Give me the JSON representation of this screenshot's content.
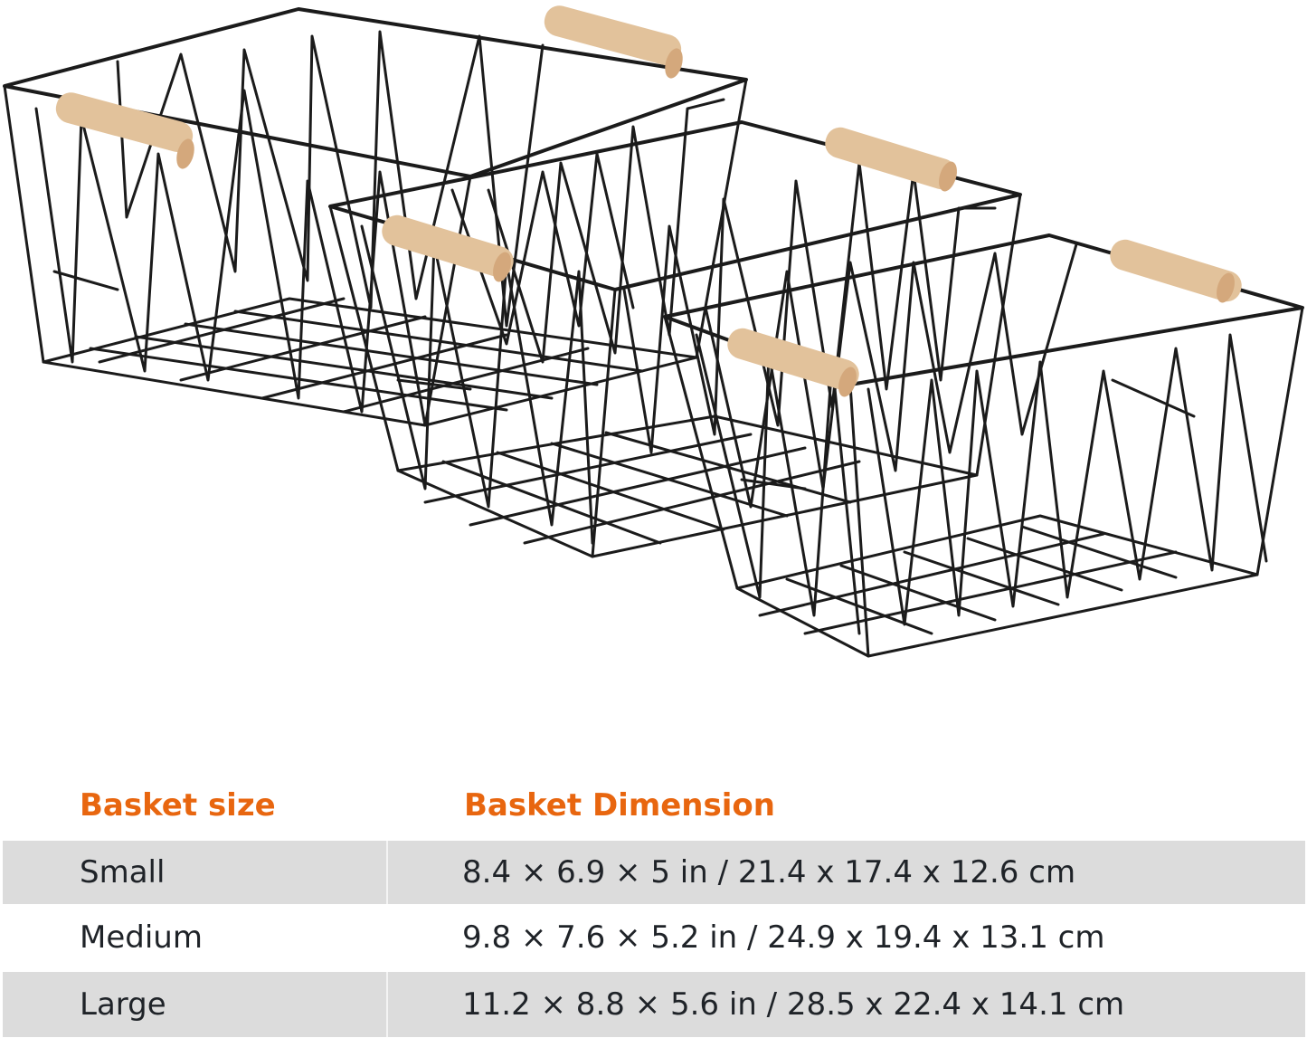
{
  "product": {
    "illustration_alt": "Three black wire storage baskets with wooden handles, nested in small, medium and large sizes",
    "colors": {
      "wire": "#1b1b1b",
      "handle": "#e2c29b",
      "handle_end": "#d4a87c",
      "accent": "#e8660f",
      "row_gray": "#dcdcdc",
      "text": "#1f2328"
    }
  },
  "table": {
    "headers": {
      "size": "Basket size",
      "dimension": "Basket Dimension"
    },
    "rows": [
      {
        "size": "Small",
        "dimension": "8.4 × 6.9 × 5 in / 21.4 x 17.4 x 12.6 cm"
      },
      {
        "size": "Medium",
        "dimension": "9.8 × 7.6 × 5.2 in / 24.9 x 19.4 x 13.1 cm"
      },
      {
        "size": "Large",
        "dimension": "11.2 × 8.8 × 5.6 in / 28.5 x 22.4 x 14.1 cm"
      }
    ]
  }
}
